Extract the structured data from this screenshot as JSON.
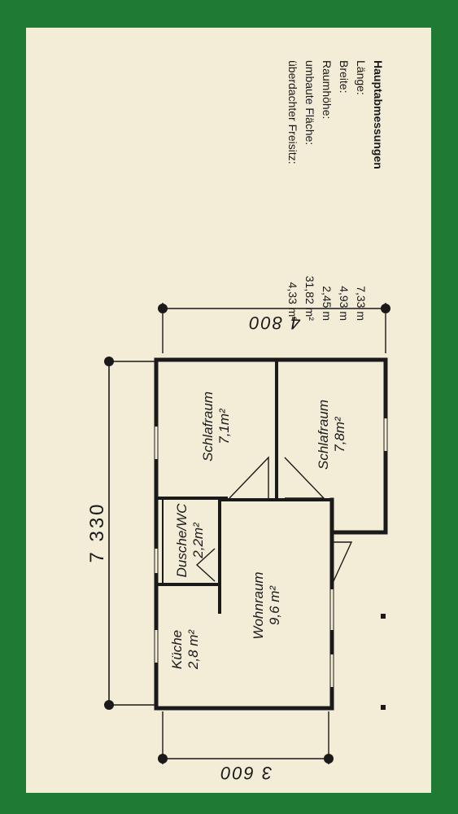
{
  "specs": {
    "title": "Hauptabmessungen",
    "rows": [
      {
        "label": "Länge:",
        "value": "7,33 m"
      },
      {
        "label": "Breite:",
        "value": "4,93 m"
      },
      {
        "label": "Raumhöhe:",
        "value": "2,45 m"
      },
      {
        "label": "umbaute Fläche:",
        "value": "31,82 m²"
      },
      {
        "label": "überdachter Freisitz:",
        "value": "4,33 m²"
      }
    ]
  },
  "dimensions": {
    "overall_length": "7 330",
    "width_top": "4 800",
    "width_bottom": "3 600"
  },
  "rooms": {
    "schlafraum_1": {
      "name": "Schlafraum",
      "area": "7,1m²"
    },
    "schlafraum_2": {
      "name": "Schlafraum",
      "area": "7,8m²"
    },
    "dusche_wc": {
      "name": "Dusche/WC",
      "area": "2,2m²"
    },
    "wohnraum": {
      "name": "Wohnraum",
      "area": "9,6 m²"
    },
    "kueche": {
      "name": "Küche",
      "area": "2,8 m²"
    }
  },
  "colors": {
    "border_green": "#1f7a34",
    "paper": "#f3ecd6",
    "ink": "#1a1a1a"
  }
}
